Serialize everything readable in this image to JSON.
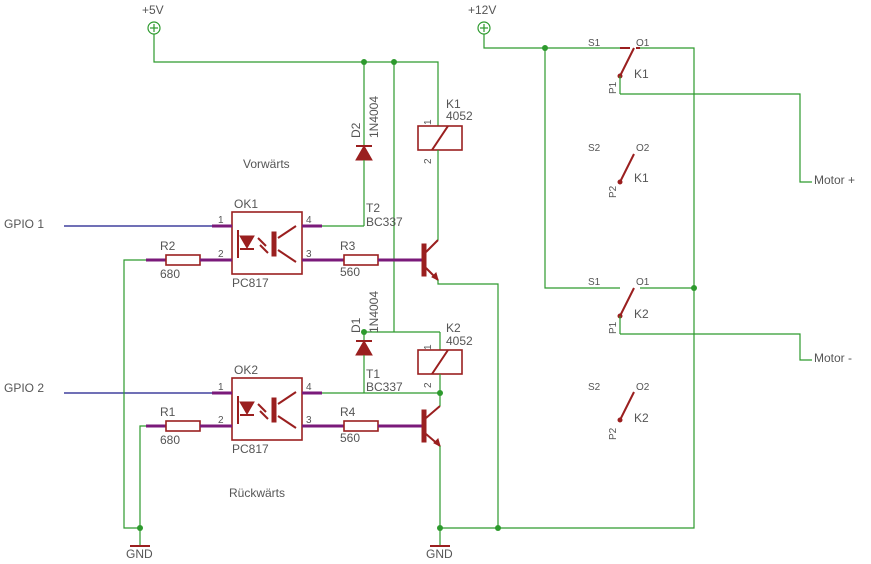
{
  "power": {
    "vcc5": "+5V",
    "vcc12": "+12V",
    "gnd_left": "GND",
    "gnd_mid": "GND"
  },
  "gpio": {
    "g1": "GPIO 1",
    "g2": "GPIO 2"
  },
  "directions": {
    "fwd": "Vorwärts",
    "rev": "Rückwärts"
  },
  "motor": {
    "plus": "Motor +",
    "minus": "Motor -"
  },
  "parts": {
    "ok1": {
      "name": "OK1",
      "value": "PC817"
    },
    "ok2": {
      "name": "OK2",
      "value": "PC817"
    },
    "r1": {
      "name": "R1",
      "value": "680"
    },
    "r2": {
      "name": "R2",
      "value": "680"
    },
    "r3": {
      "name": "R3",
      "value": "560"
    },
    "r4": {
      "name": "R4",
      "value": "560"
    },
    "t1": {
      "name": "T1",
      "value": "BC337"
    },
    "t2": {
      "name": "T2",
      "value": "BC337"
    },
    "d1": {
      "name": "D1",
      "value": "1N4004"
    },
    "d2": {
      "name": "D2",
      "value": "1N4004"
    },
    "k1": {
      "name": "K1",
      "value": "4052"
    },
    "k2": {
      "name": "K2",
      "value": "4052"
    }
  },
  "pins": {
    "p1": "1",
    "p2": "2",
    "p3": "3",
    "p4": "4"
  },
  "switch_labels": {
    "s1": "S1",
    "o1": "O1",
    "p1": "P1",
    "s2": "S2",
    "o2": "O2",
    "p2": "P2",
    "k1": "K1",
    "k2": "K2"
  }
}
